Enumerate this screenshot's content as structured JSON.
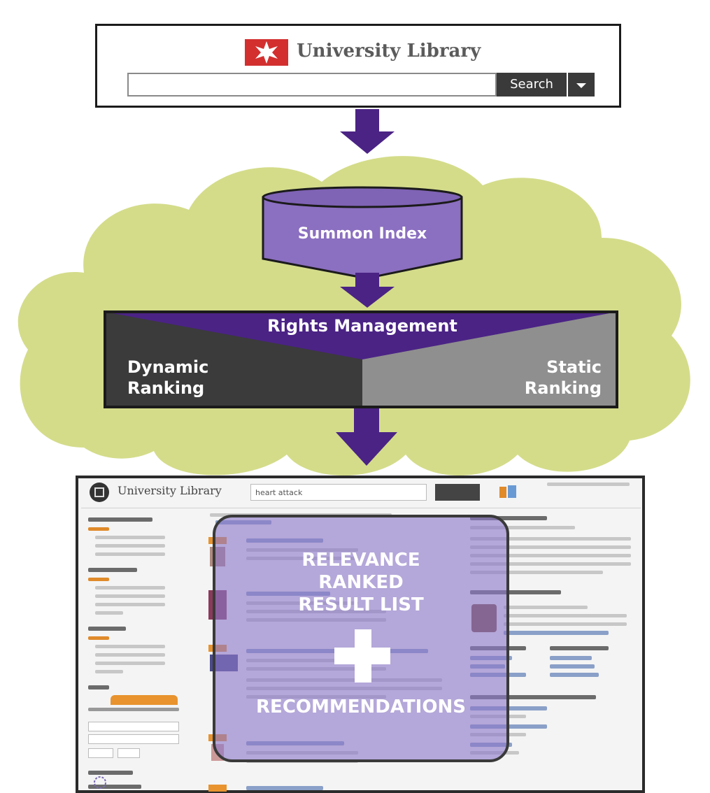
{
  "search_panel": {
    "logo_title": "University Library",
    "search_button_label": "Search"
  },
  "diagram": {
    "index_label": "Summon Index",
    "rights_label": "Rights Management",
    "dynamic_line1": "Dynamic",
    "dynamic_line2": "Ranking",
    "static_line1": "Static",
    "static_line2": "Ranking"
  },
  "result_screen": {
    "header_title": "University Library",
    "query": "heart attack",
    "overlay_line1": "RELEVANCE",
    "overlay_line2": "RANKED",
    "overlay_line3": "RESULT LIST",
    "overlay_recommendations": "RECOMMENDATIONS"
  },
  "colors": {
    "arrow_purple": "#4b2385",
    "cloud_green": "#d4dc8a",
    "cylinder_purple": "#8b6fc0",
    "logo_red": "#d32f2f"
  }
}
